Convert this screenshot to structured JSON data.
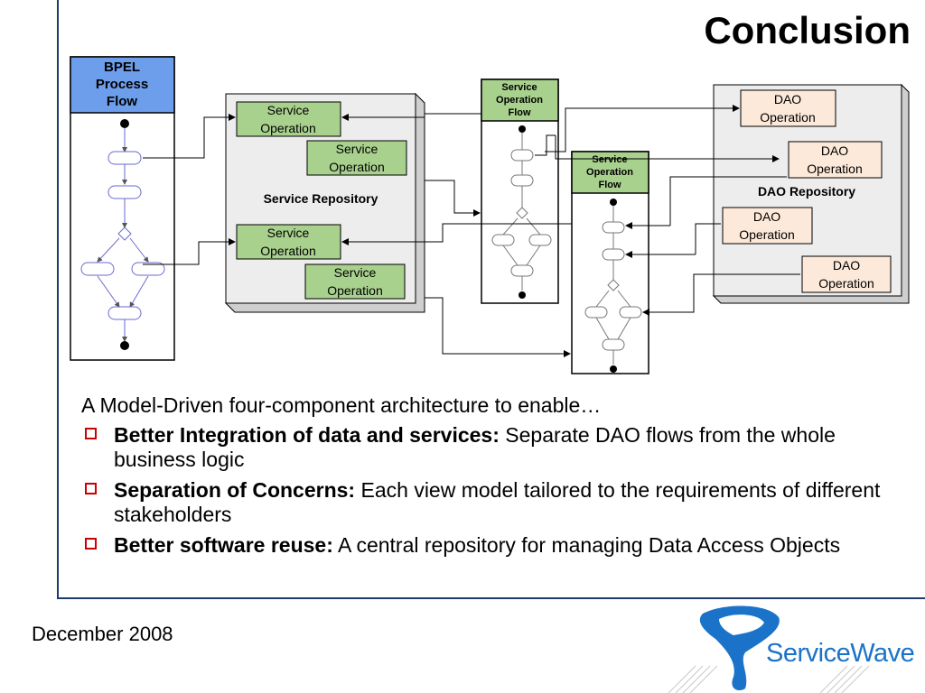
{
  "title": "Conclusion",
  "diagram": {
    "bpel_header": [
      "BPEL",
      "Process",
      "Flow"
    ],
    "service_repository": {
      "label": "Service Repository",
      "operations": [
        "Service Operation",
        "Service Operation",
        "Service Operation",
        "Service Operation"
      ]
    },
    "service_operation_flow_1": [
      "Service",
      "Operation",
      "Flow"
    ],
    "service_operation_flow_2": [
      "Service",
      "Operation",
      "Flow"
    ],
    "dao_repository": {
      "label": "DAO Repository",
      "operations": [
        "DAO Operation",
        "DAO Operation",
        "DAO Operation",
        "DAO Operation"
      ]
    }
  },
  "body": {
    "intro": "A Model-Driven four-component architecture to enable…",
    "bullets": [
      {
        "bold": "Better Integration of data and services:",
        "text": " Separate DAO flows from the whole business logic"
      },
      {
        "bold": "Separation of Concerns:",
        "text": " Each view model tailored to the requirements of different stakeholders"
      },
      {
        "bold": "Better software reuse:",
        "text": " A central repository for managing Data Access Objects"
      }
    ]
  },
  "footer": {
    "date": "December 2008",
    "logo_text": "ServiceWave"
  },
  "colors": {
    "frame": "#1f3b6e",
    "bpel_header": "#6d9eeb",
    "service_op": "#a9d18e",
    "dao_op": "#fde9d9",
    "repository": "#ededed",
    "bullet": "#cc0000",
    "logo": "#1a73c8"
  }
}
